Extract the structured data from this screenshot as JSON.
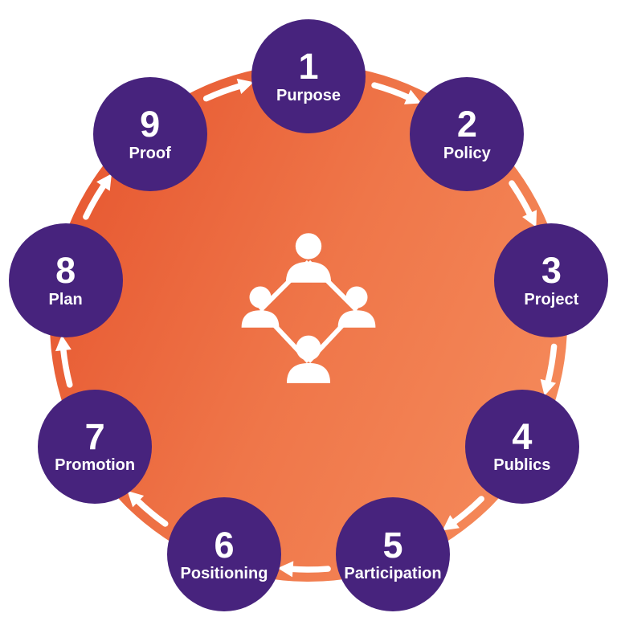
{
  "diagram": {
    "steps": [
      {
        "number": "1",
        "label": "Purpose"
      },
      {
        "number": "2",
        "label": "Policy"
      },
      {
        "number": "3",
        "label": "Project"
      },
      {
        "number": "4",
        "label": "Publics"
      },
      {
        "number": "5",
        "label": "Participation"
      },
      {
        "number": "6",
        "label": "Positioning"
      },
      {
        "number": "7",
        "label": "Promotion"
      },
      {
        "number": "8",
        "label": "Plan"
      },
      {
        "number": "9",
        "label": "Proof"
      }
    ],
    "flow_direction": "clockwise",
    "center_icon": "people-network-icon",
    "colors": {
      "node_purple": "#47237d",
      "ring_orange_dark": "#e5522c",
      "ring_orange_light": "#f68e5e",
      "arrow_white": "#ffffff",
      "text_white": "#ffffff"
    }
  }
}
